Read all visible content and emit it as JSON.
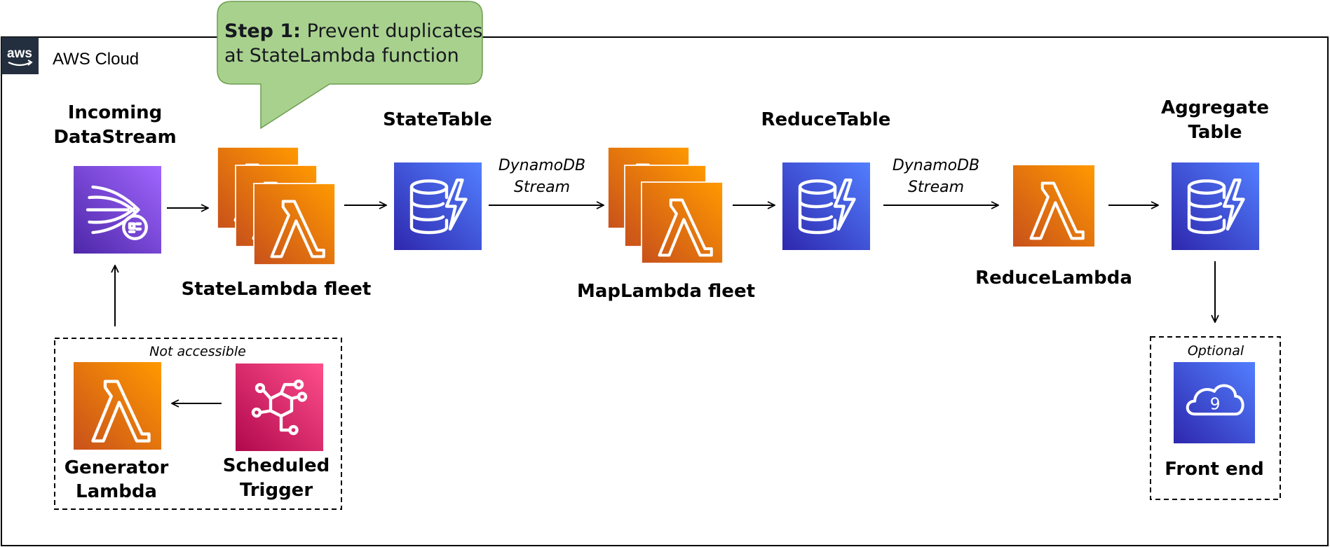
{
  "cloud": {
    "label": "AWS Cloud",
    "logo_text": "aws"
  },
  "callout": {
    "bold": "Step 1:",
    "line1": " Prevent duplicates",
    "line2": "at StateLambda function"
  },
  "nodes": {
    "datastream": {
      "line1": "Incoming",
      "line2": "DataStream",
      "icon": "kinesis-data-streams-icon"
    },
    "state_lambda": {
      "label": "StateLambda fleet",
      "icon": "lambda-icon"
    },
    "state_table": {
      "label": "StateTable",
      "icon": "dynamodb-icon"
    },
    "map_lambda": {
      "label": "MapLambda fleet",
      "icon": "lambda-icon"
    },
    "reduce_table": {
      "label": "ReduceTable",
      "icon": "dynamodb-icon"
    },
    "reduce_lambda": {
      "label": "ReduceLambda",
      "icon": "lambda-icon"
    },
    "aggregate_table": {
      "line1": "Aggregate",
      "line2": "Table",
      "icon": "dynamodb-icon"
    },
    "generator_lambda": {
      "line1": "Generator",
      "line2": "Lambda",
      "icon": "lambda-icon"
    },
    "scheduled_trigger": {
      "line1": "Scheduled",
      "line2": "Trigger",
      "icon": "eventbridge-icon"
    },
    "front_end": {
      "label": "Front end",
      "icon": "cloud9-icon",
      "icon_digit": "9"
    }
  },
  "edges": {
    "stream1": {
      "line1": "DynamoDB",
      "line2": "Stream"
    },
    "stream2": {
      "line1": "DynamoDB",
      "line2": "Stream"
    }
  },
  "groups": {
    "generator": {
      "label": "Not accessible"
    },
    "frontend": {
      "label": "Optional"
    }
  },
  "colors": {
    "lambda": "#e9730d",
    "dynamodb": "#3b48cc",
    "kinesis": "#8c4fff",
    "eventbridge": "#e7157b",
    "cloud9": "#3b48cc",
    "callout": "#a9d18e",
    "aws_logo_bg": "#232f3e"
  }
}
